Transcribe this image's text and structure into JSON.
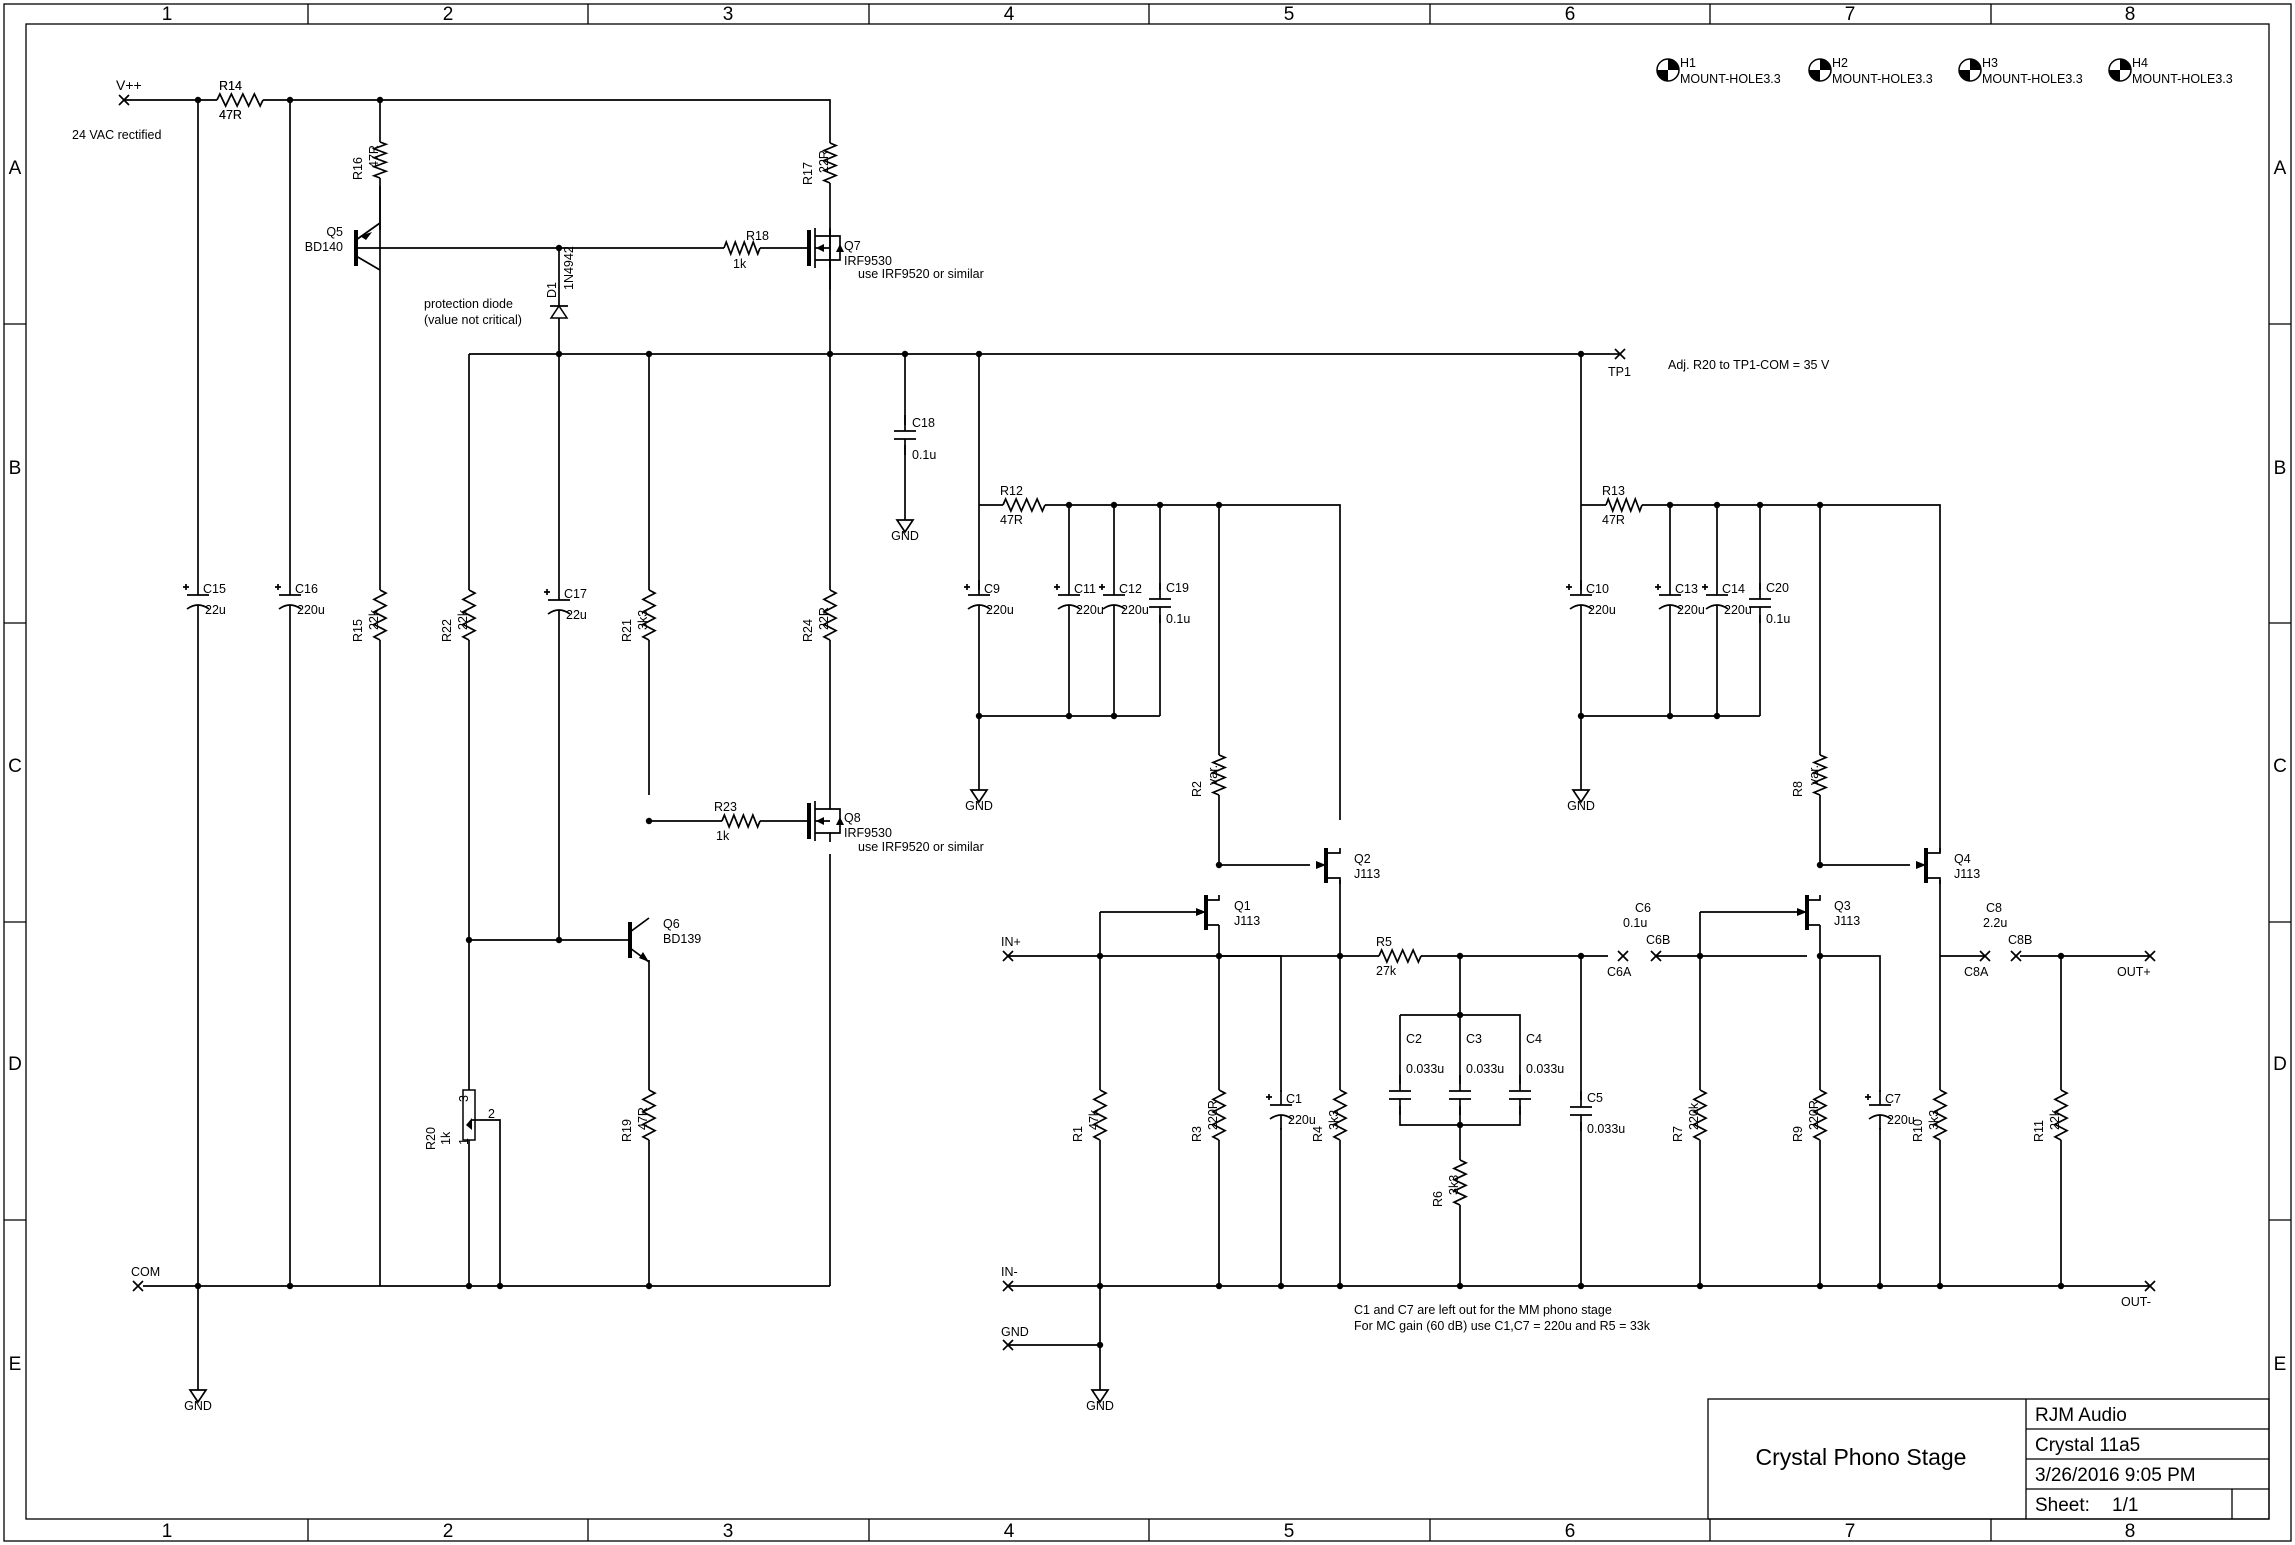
{
  "frame": {
    "columns": [
      "1",
      "2",
      "3",
      "4",
      "5",
      "6",
      "7",
      "8"
    ],
    "rows": [
      "A",
      "B",
      "C",
      "D",
      "E"
    ]
  },
  "title_block": {
    "company": "RJM Audio",
    "project": "Crystal 11a5",
    "date": "3/26/2016 9:05 PM",
    "sheet_label": "Sheet:",
    "sheet_value": "1/1",
    "title": "Crystal Phono Stage"
  },
  "mount_holes": [
    {
      "ref": "H1",
      "value": "MOUNT-HOLE3.3"
    },
    {
      "ref": "H2",
      "value": "MOUNT-HOLE3.3"
    },
    {
      "ref": "H3",
      "value": "MOUNT-HOLE3.3"
    },
    {
      "ref": "H4",
      "value": "MOUNT-HOLE3.3"
    }
  ],
  "nets": {
    "vpp": "V++",
    "vac": "24 VAC rectified",
    "com": "COM",
    "tp1": "TP1",
    "in_plus": "IN+",
    "in_minus": "IN-",
    "gnd": "GND",
    "out_plus": "OUT+",
    "out_minus": "OUT-",
    "c6a": "C6A",
    "c6b": "C6B",
    "c8a": "C8A",
    "c8b": "C8B"
  },
  "notes": {
    "protection1": "protection diode",
    "protection2": "(value not critical)",
    "adj": "Adj. R20 to TP1-COM = 35 V",
    "use_q7": "use IRF9520 or similar",
    "use_q8": "use IRF9520 or similar",
    "mm": "C1 and C7 are left out for the MM phono stage",
    "mc": "For MC gain (60 dB) use C1,C7 = 220u and R5 = 33k"
  },
  "parts": {
    "R14": [
      "R14",
      "47R"
    ],
    "R16": [
      "R16",
      "47R"
    ],
    "R17": [
      "R17",
      "22R"
    ],
    "R18": [
      "R18",
      "1k"
    ],
    "R15": [
      "R15",
      "22k"
    ],
    "R22": [
      "R22",
      "22k"
    ],
    "R21": [
      "R21",
      "3k3"
    ],
    "R24": [
      "R24",
      "22R"
    ],
    "R23": [
      "R23",
      "1k"
    ],
    "R19": [
      "R19",
      "47R"
    ],
    "R20": [
      "R20",
      "1k"
    ],
    "R12": [
      "R12",
      "47R"
    ],
    "R13": [
      "R13",
      "47R"
    ],
    "R2": [
      "R2",
      "var."
    ],
    "R8": [
      "R8",
      "var."
    ],
    "R1": [
      "R1",
      "47k"
    ],
    "R3": [
      "R3",
      "220R"
    ],
    "R4": [
      "R4",
      "3k3"
    ],
    "R5": [
      "R5",
      "27k"
    ],
    "R6": [
      "R6",
      "3k3"
    ],
    "R7": [
      "R7",
      "220k"
    ],
    "R9": [
      "R9",
      "220R"
    ],
    "R10": [
      "R10",
      "3k3"
    ],
    "R11": [
      "R11",
      "22k"
    ],
    "C15": [
      "C15",
      "22u"
    ],
    "C16": [
      "C16",
      "220u"
    ],
    "C17": [
      "C17",
      "22u"
    ],
    "C18": [
      "C18",
      "0.1u"
    ],
    "C9": [
      "C9",
      "220u"
    ],
    "C11": [
      "C11",
      "220u"
    ],
    "C12": [
      "C12",
      "220u"
    ],
    "C19": [
      "C19",
      "0.1u"
    ],
    "C10": [
      "C10",
      "220u"
    ],
    "C13": [
      "C13",
      "220u"
    ],
    "C14": [
      "C14",
      "220u"
    ],
    "C20": [
      "C20",
      "0.1u"
    ],
    "C1": [
      "C1",
      "220u"
    ],
    "C7": [
      "C7",
      "220u"
    ],
    "C2": [
      "C2",
      "0.033u"
    ],
    "C3": [
      "C3",
      "0.033u"
    ],
    "C4": [
      "C4",
      "0.033u"
    ],
    "C5": [
      "C5",
      "0.033u"
    ],
    "C6": [
      "C6",
      "0.1u"
    ],
    "C8": [
      "C8",
      "2.2u"
    ],
    "Q5": [
      "Q5",
      "BD140"
    ],
    "Q6": [
      "Q6",
      "BD139"
    ],
    "Q7": [
      "Q7",
      "IRF9530"
    ],
    "Q8": [
      "Q8",
      "IRF9530"
    ],
    "Q1": [
      "Q1",
      "J113"
    ],
    "Q2": [
      "Q2",
      "J113"
    ],
    "Q3": [
      "Q3",
      "J113"
    ],
    "Q4": [
      "Q4",
      "J113"
    ],
    "D1": [
      "D1",
      "1N4942"
    ]
  },
  "pins": {
    "p1": "1",
    "p2": "2",
    "p3": "3"
  }
}
